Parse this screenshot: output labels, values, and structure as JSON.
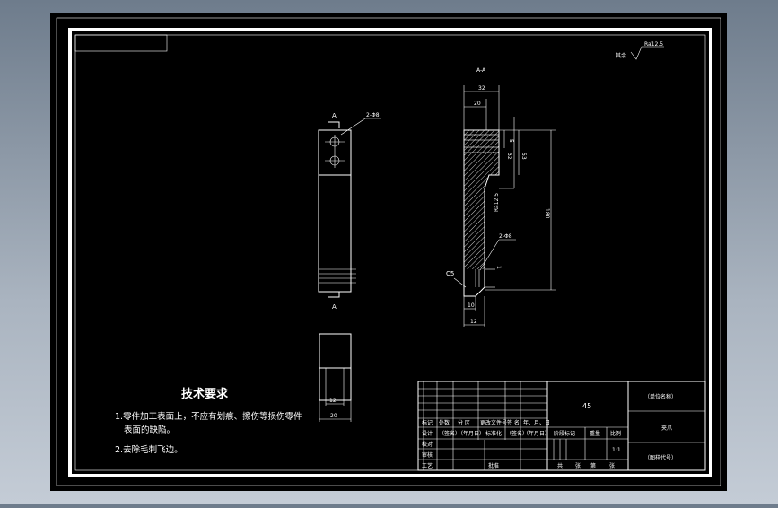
{
  "roughness": {
    "prefix": "其余",
    "value": "Ra12.5"
  },
  "section_label": "A-A",
  "views": {
    "front": {
      "section_mark_top": "A",
      "section_mark_bottom": "A",
      "hole_note": "2-Φ8"
    },
    "section": {
      "dim_top_outer": "32",
      "dim_top_inner": "20",
      "dim_right_small": "5",
      "dim_right_mid": "32",
      "dim_right_large": "53",
      "dim_overall": "180",
      "roughness_side": "Ra12.5",
      "hole_note": "2-Φ8",
      "chamfer": "C5",
      "dim_side_small": "1",
      "dim_bottom_inner": "10",
      "dim_bottom_outer": "12"
    },
    "bottom": {
      "dim_inner": "12",
      "dim_outer": "20"
    }
  },
  "tech": {
    "title": "技术要求",
    "items": [
      "1.零件加工表面上，不应有划痕、擦伤等损伤零件",
      "表面的缺陷。",
      "2.去除毛刺飞边。"
    ]
  },
  "title_block": {
    "material": "45",
    "company": "（单位名称）",
    "part_name": "夹爪",
    "drawing_no": "（图样代号）",
    "row_headers": [
      "标记",
      "处数",
      "分 区",
      "更改文件号",
      "签 名",
      "年、月、日"
    ],
    "design_row": [
      "设计",
      "（签名）",
      "（年月日）",
      "标准化",
      "（签名）",
      "（年月日）"
    ],
    "rows_left": [
      "校对",
      "审核",
      "工艺"
    ],
    "approve": "批准",
    "stage_labels": [
      "阶段标记",
      "重量",
      "比例"
    ],
    "scale": "1:1",
    "sheet_labels": [
      "共",
      "张",
      "第",
      "张"
    ]
  }
}
